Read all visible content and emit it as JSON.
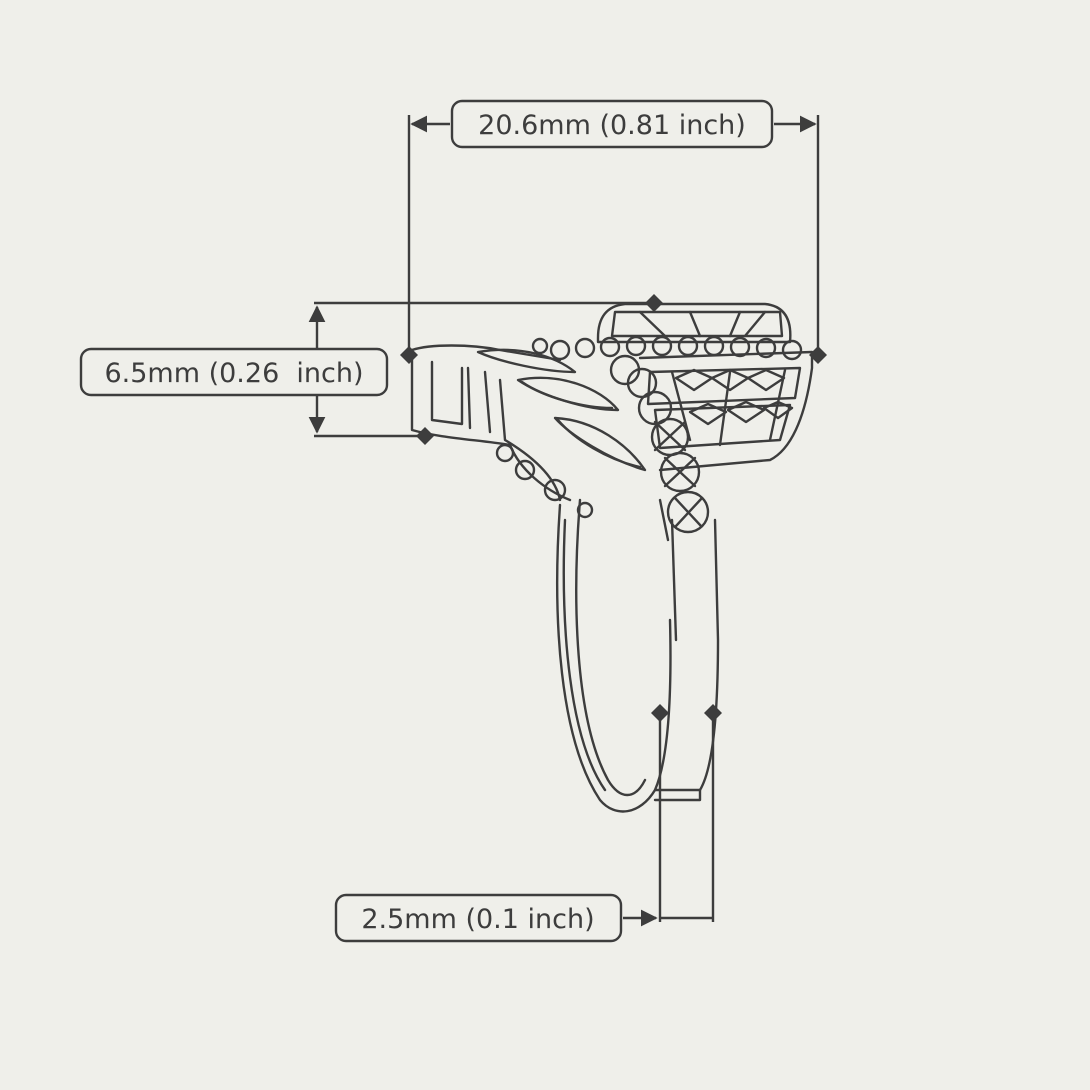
{
  "dimensions": {
    "width_label": "20.6mm (0.81 inch)",
    "height_label": "6.5mm (0.26  inch)",
    "band_label": "2.5mm (0.1 inch)"
  },
  "colors": {
    "background": "#efefea",
    "line": "#3d3d3d"
  }
}
